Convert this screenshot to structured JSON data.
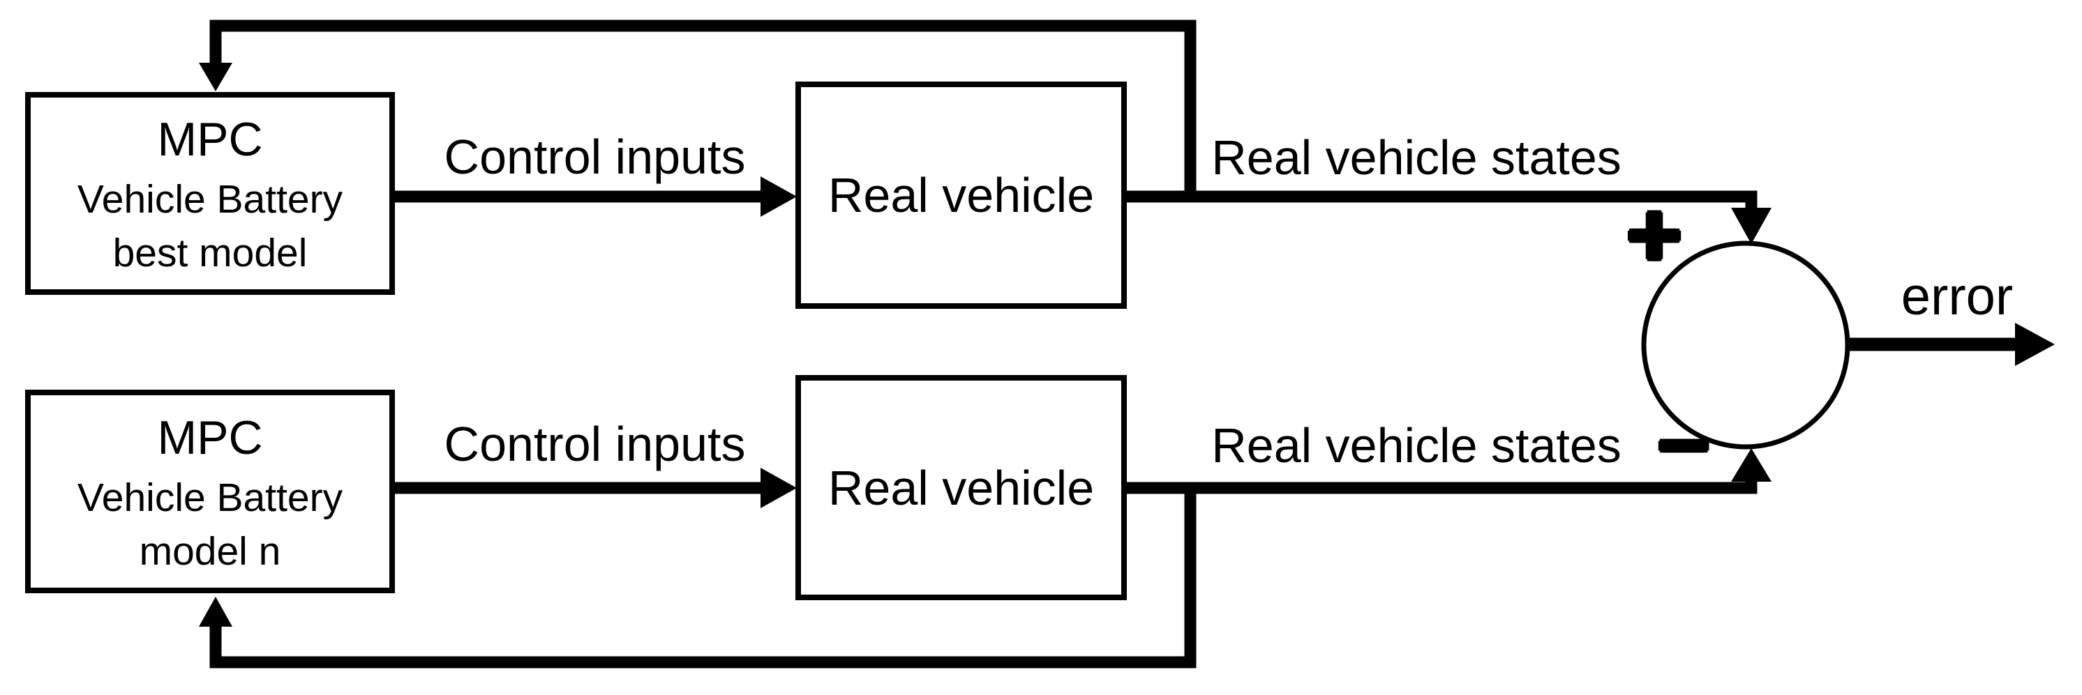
{
  "canvas": {
    "background_color": "#ffffff",
    "ink_color": "#000000"
  },
  "blocks": {
    "mpc_best": {
      "title": "MPC",
      "line2": "Vehicle Battery",
      "line3": "best model"
    },
    "real_vehicle_top": {
      "label": "Real vehicle"
    },
    "mpc_model_n": {
      "title": "MPC",
      "line2": "Vehicle Battery",
      "line3": "model n"
    },
    "real_vehicle_bottom": {
      "label": "Real vehicle"
    }
  },
  "edge_labels": {
    "control_inputs_top": "Control inputs",
    "control_inputs_bottom": "Control inputs",
    "real_vehicle_states_top": "Real vehicle states",
    "real_vehicle_states_bottom": "Real vehicle states",
    "error": "error"
  },
  "summing_junction": {
    "plus_sign": "+",
    "minus_sign": "−"
  }
}
